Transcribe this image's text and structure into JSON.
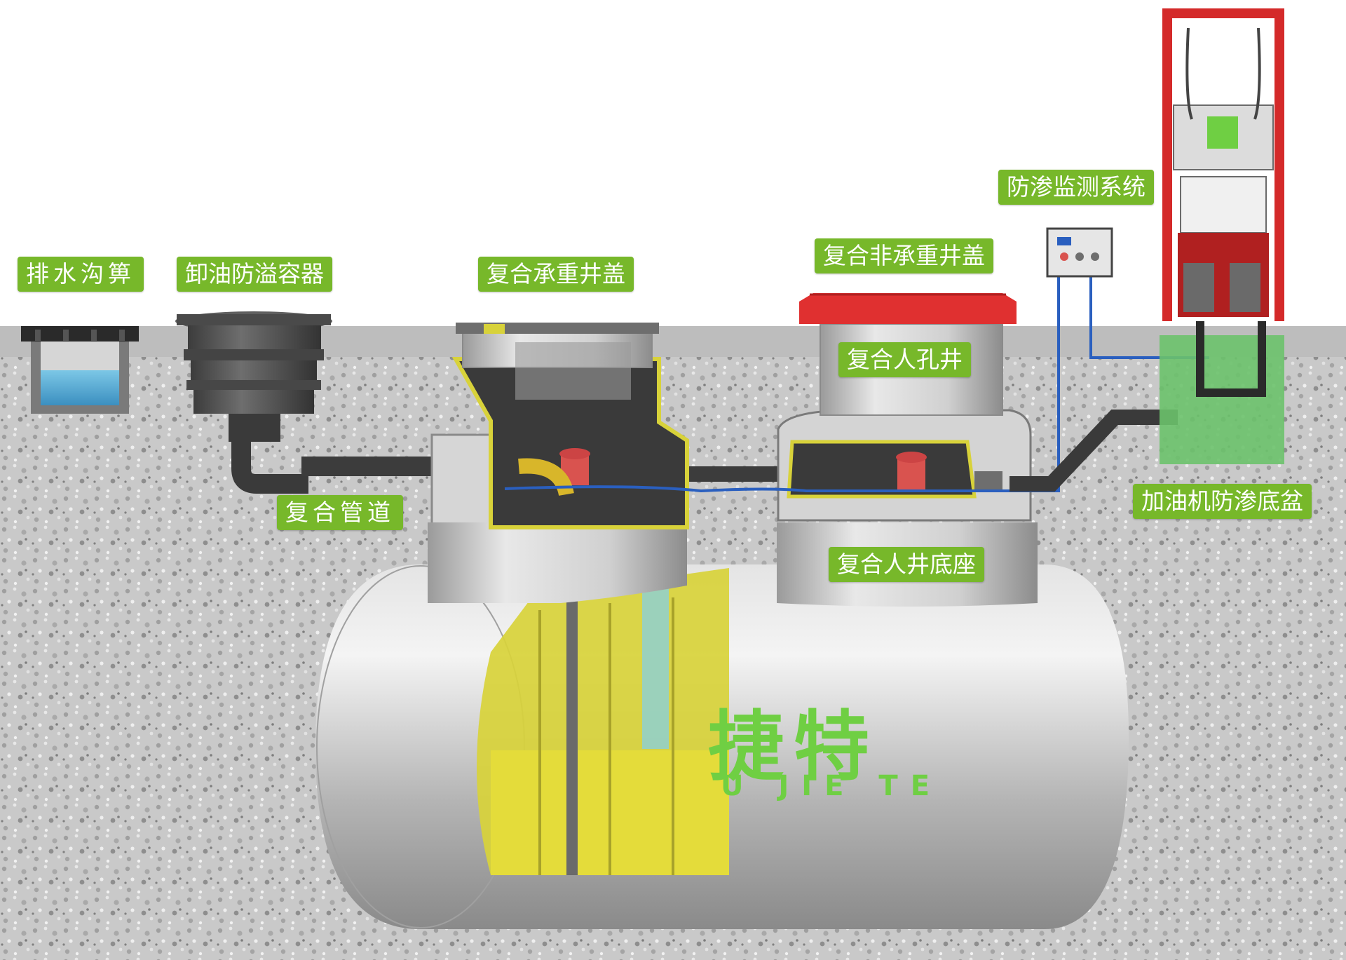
{
  "labels": {
    "drain_grate": "排水沟箅",
    "unloading_overflow_container": "卸油防溢容器",
    "composite_loadbearing_cover": "复合承重井盖",
    "composite_nonloadbearing_cover": "复合非承重井盖",
    "leak_monitoring_system": "防渗监测系统",
    "composite_manhole": "复合人孔井",
    "composite_pipeline": "复合管道",
    "dispenser_sump": "加油机防渗底盆",
    "composite_manhole_base": "复合人井底座"
  },
  "brand": {
    "name_cn": "捷特",
    "name_pinyin": "U JIE TE"
  },
  "colors": {
    "label_bg": "#77b82a",
    "ground": "#bdbdbd",
    "gravel": "#c9c9c9",
    "tank": "#c7c7c7",
    "dispenser_frame": "#d42a2a",
    "sump": "#6cc26c",
    "cover_red": "#e03030",
    "cutaway_yellow": "#d8d23a",
    "fuel_blue": "#8fd0d0",
    "cable_blue": "#2a5fbf",
    "valve_red": "#d9534f",
    "watermark_green": "#6fcf43"
  }
}
